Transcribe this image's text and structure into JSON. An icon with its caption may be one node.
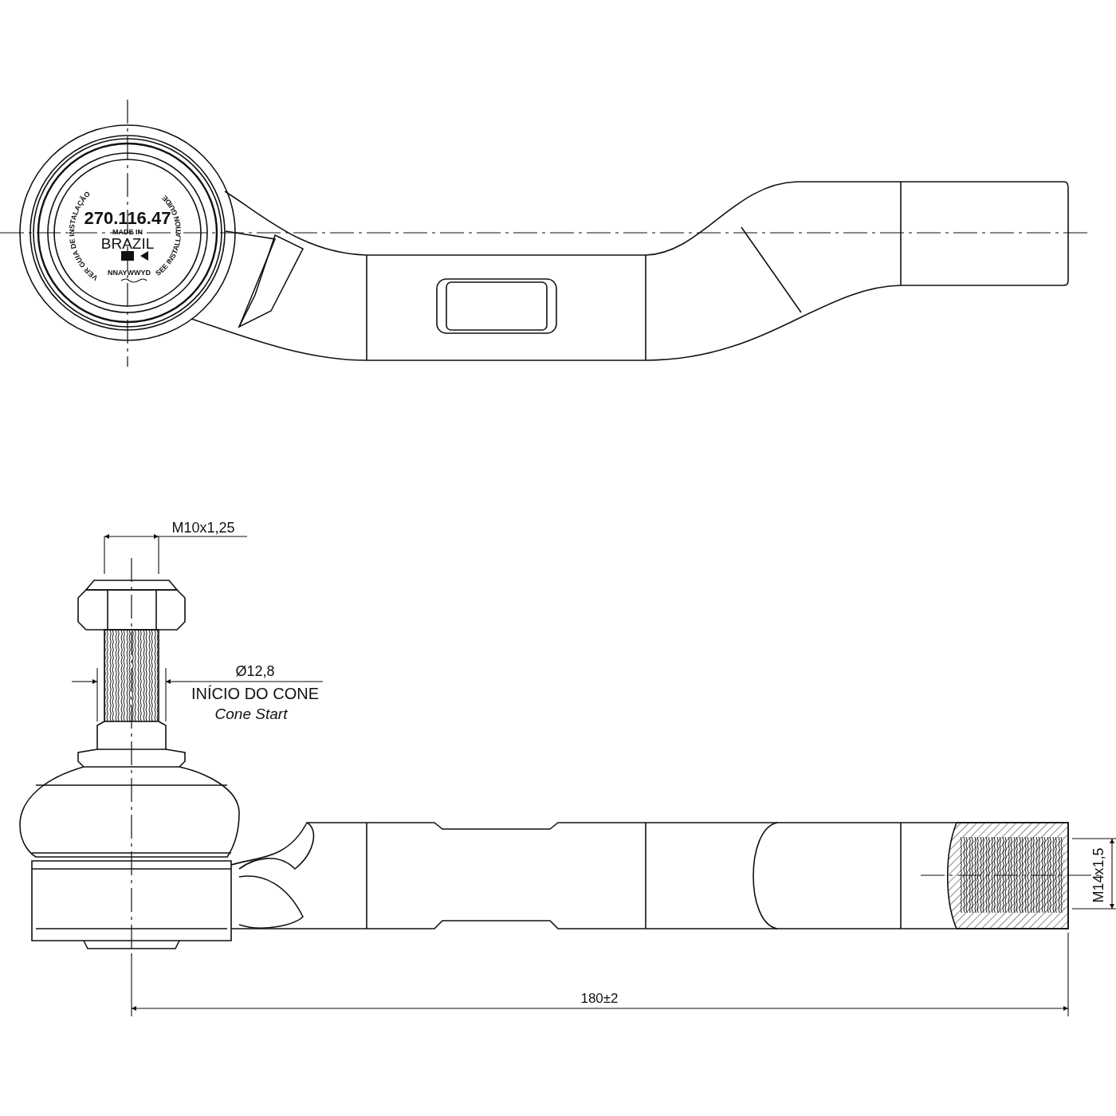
{
  "diagram": {
    "labels": [
      "VER GUIA DE INSTALAÇÃO",
      "270.116.47",
      "MADE IN",
      "BRAZIL",
      "NNAYWWYD",
      "SEE INSTALLATION GUIDE",
      "M10x1,25",
      "Ø12,8",
      "INÍCIO DO CONE",
      "Cone Start",
      "M14x1,5",
      "180±2"
    ]
  }
}
